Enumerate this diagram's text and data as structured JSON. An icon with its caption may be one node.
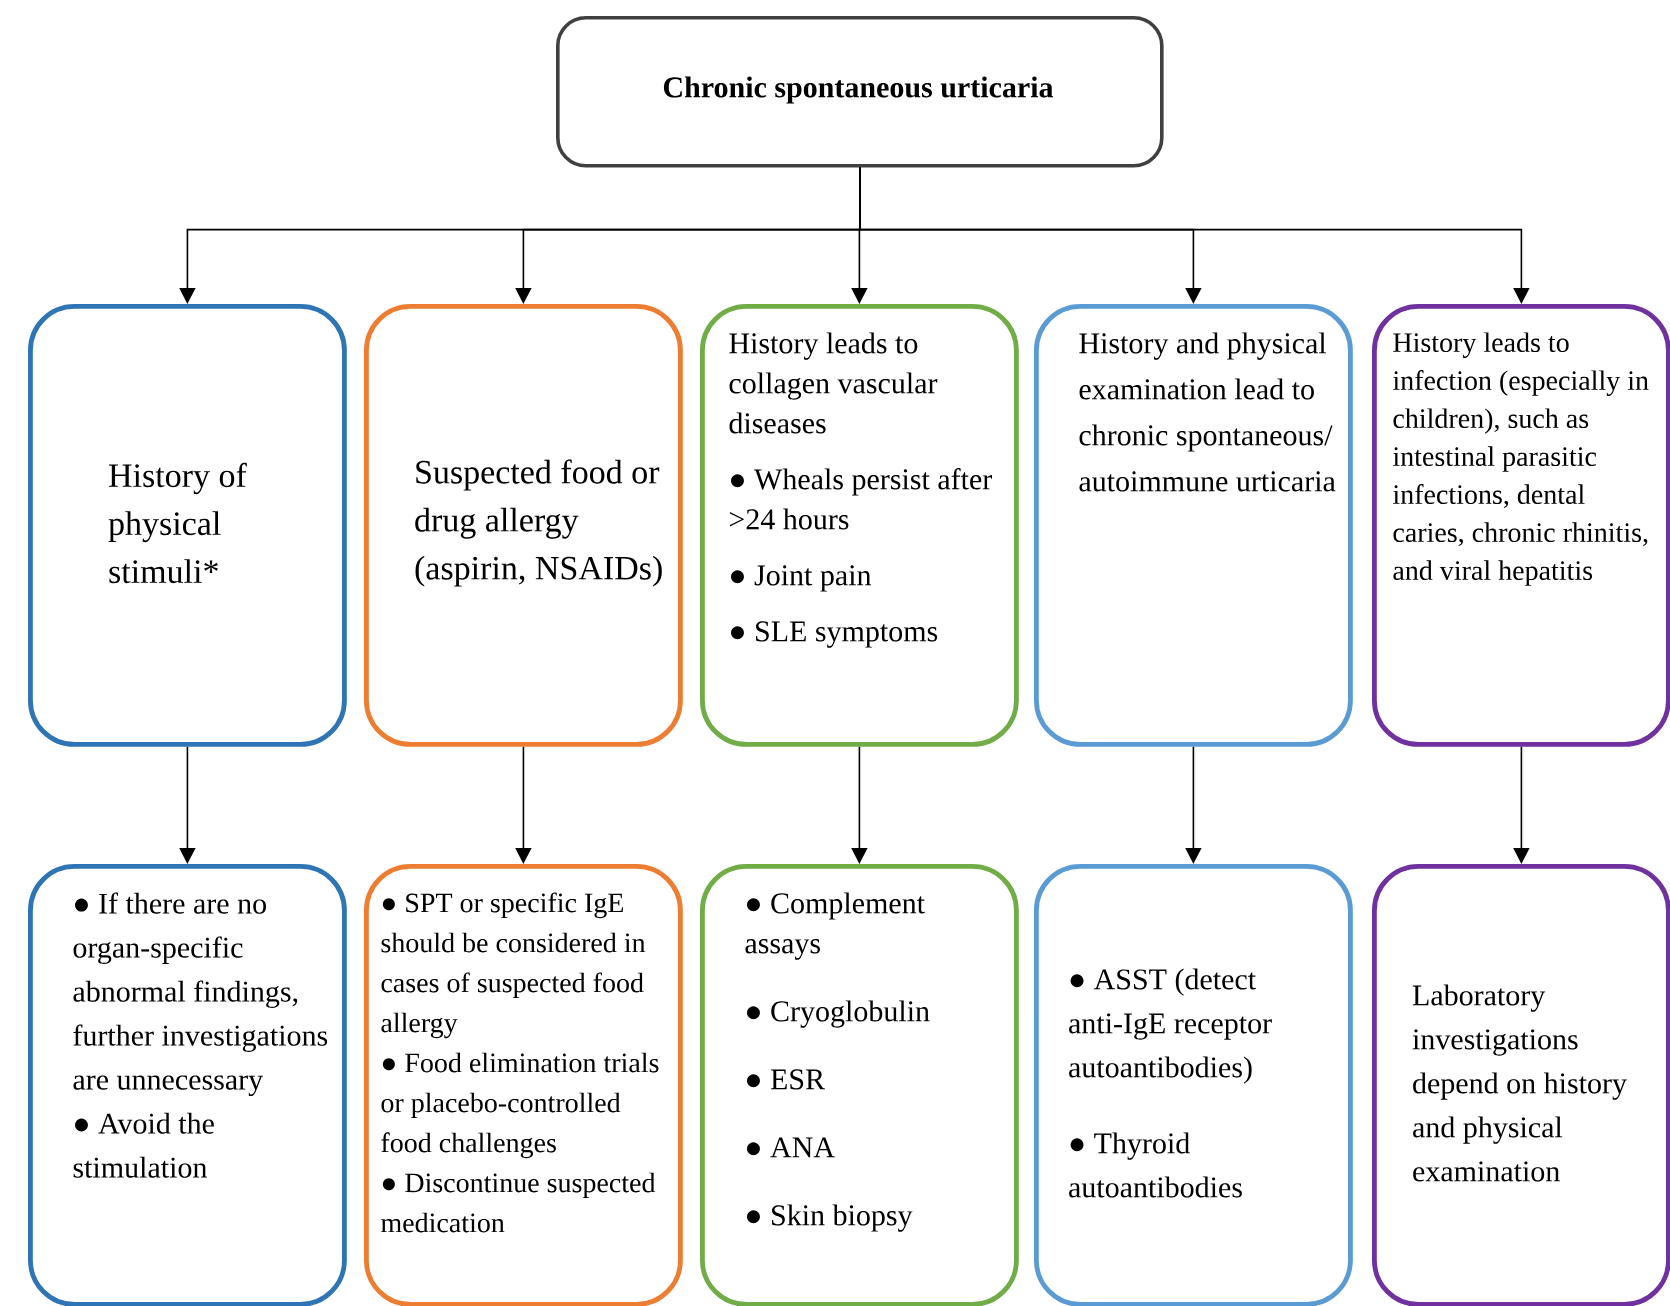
{
  "diagram": {
    "nodes": [
      {
        "text": [
          "Chronic spontaneous urticaria"
        ]
      },
      {
        "text": [
          "History of physical stimuli*"
        ]
      },
      {
        "text": [
          "Suspected food or drug allergy (aspirin, NSAIDs)"
        ]
      },
      {
        "text": [
          "History leads to collagen vascular diseases",
          "● Wheals persist after >24 hours",
          "● Joint pain",
          "● SLE symptoms"
        ]
      },
      {
        "text": [
          "History and physical examination lead to chronic spontaneous/ autoimmune urticaria"
        ]
      },
      {
        "text": [
          "History leads to infection (especially in children), such as intestinal parasitic infections, dental caries, chronic rhinitis, and viral hepatitis"
        ]
      },
      {
        "text": [
          "● If there are no organ-specific abnormal findings, further investigations are unnecessary",
          "● Avoid the stimulation"
        ]
      },
      {
        "text": [
          "● SPT or specific IgE should be considered in cases of suspected food allergy",
          "● Food elimination trials or placebo-controlled food challenges",
          "● Discontinue suspected medication"
        ]
      },
      {
        "text": [
          "● Complement assays",
          "● Cryoglobulin",
          "● ESR",
          "● ANA",
          "● Skin biopsy"
        ]
      },
      {
        "text": [
          "● ASST (detect anti-IgE receptor autoantibodies)",
          "● Thyroid autoantibodies"
        ]
      },
      {
        "text": [
          "Laboratory investigations depend on history and physical examination"
        ]
      }
    ],
    "edges": [
      {
        "from": 0,
        "to": 1,
        "arrow": "to"
      },
      {
        "from": 0,
        "to": 2,
        "arrow": "to"
      },
      {
        "from": 0,
        "to": 3,
        "arrow": "to"
      },
      {
        "from": 0,
        "to": 4,
        "arrow": "to"
      },
      {
        "from": 0,
        "to": 5,
        "arrow": "to"
      },
      {
        "from": 1,
        "to": 6,
        "arrow": "to"
      },
      {
        "from": 2,
        "to": 7,
        "arrow": "to"
      },
      {
        "from": 3,
        "to": 8,
        "arrow": "to"
      },
      {
        "from": 4,
        "to": 9,
        "arrow": "to"
      },
      {
        "from": 5,
        "to": 10,
        "arrow": "to"
      }
    ]
  }
}
